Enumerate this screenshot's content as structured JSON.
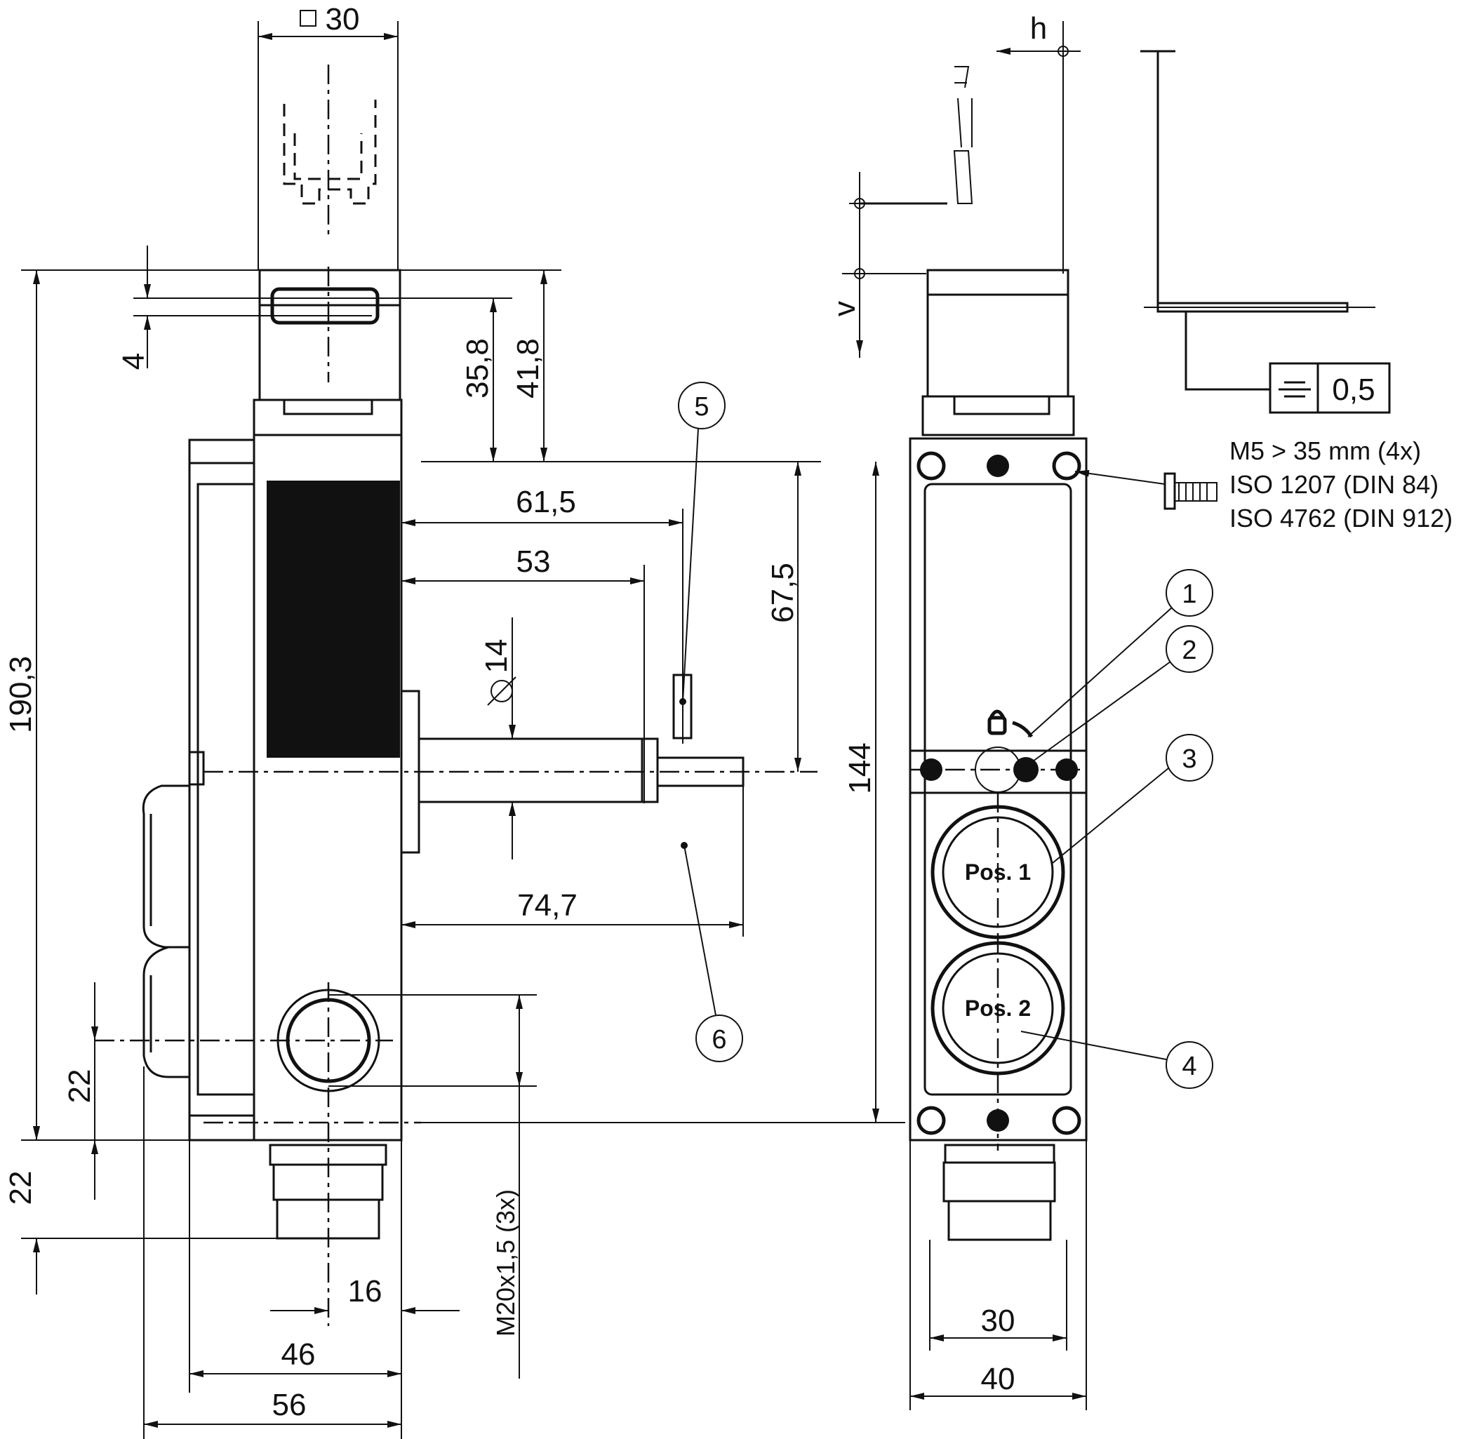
{
  "dimensions": {
    "square_30": "30",
    "d4": "4",
    "d35_8": "35,8",
    "d41_8": "41,8",
    "d190_3": "190,3",
    "d61_5": "61,5",
    "d53": "53",
    "d67_5": "67,5",
    "d14": "14",
    "d144": "144",
    "d74_7": "74,7",
    "d22a": "22",
    "d22b": "22",
    "thread": "M20x1,5 (3x)",
    "d16": "16",
    "d46": "46",
    "d56": "56",
    "d30": "30",
    "d40": "40",
    "h": "h",
    "v": "v",
    "tolerance": "0,5"
  },
  "screw_note": {
    "line1": "M5 > 35 mm (4x)",
    "line2": "ISO 1207 (DIN 84)",
    "line3": "ISO 4762 (DIN 912)"
  },
  "buttons": {
    "pos1": "Pos. 1",
    "pos2": "Pos. 2"
  },
  "callouts": [
    "1",
    "2",
    "3",
    "4",
    "5",
    "6"
  ]
}
